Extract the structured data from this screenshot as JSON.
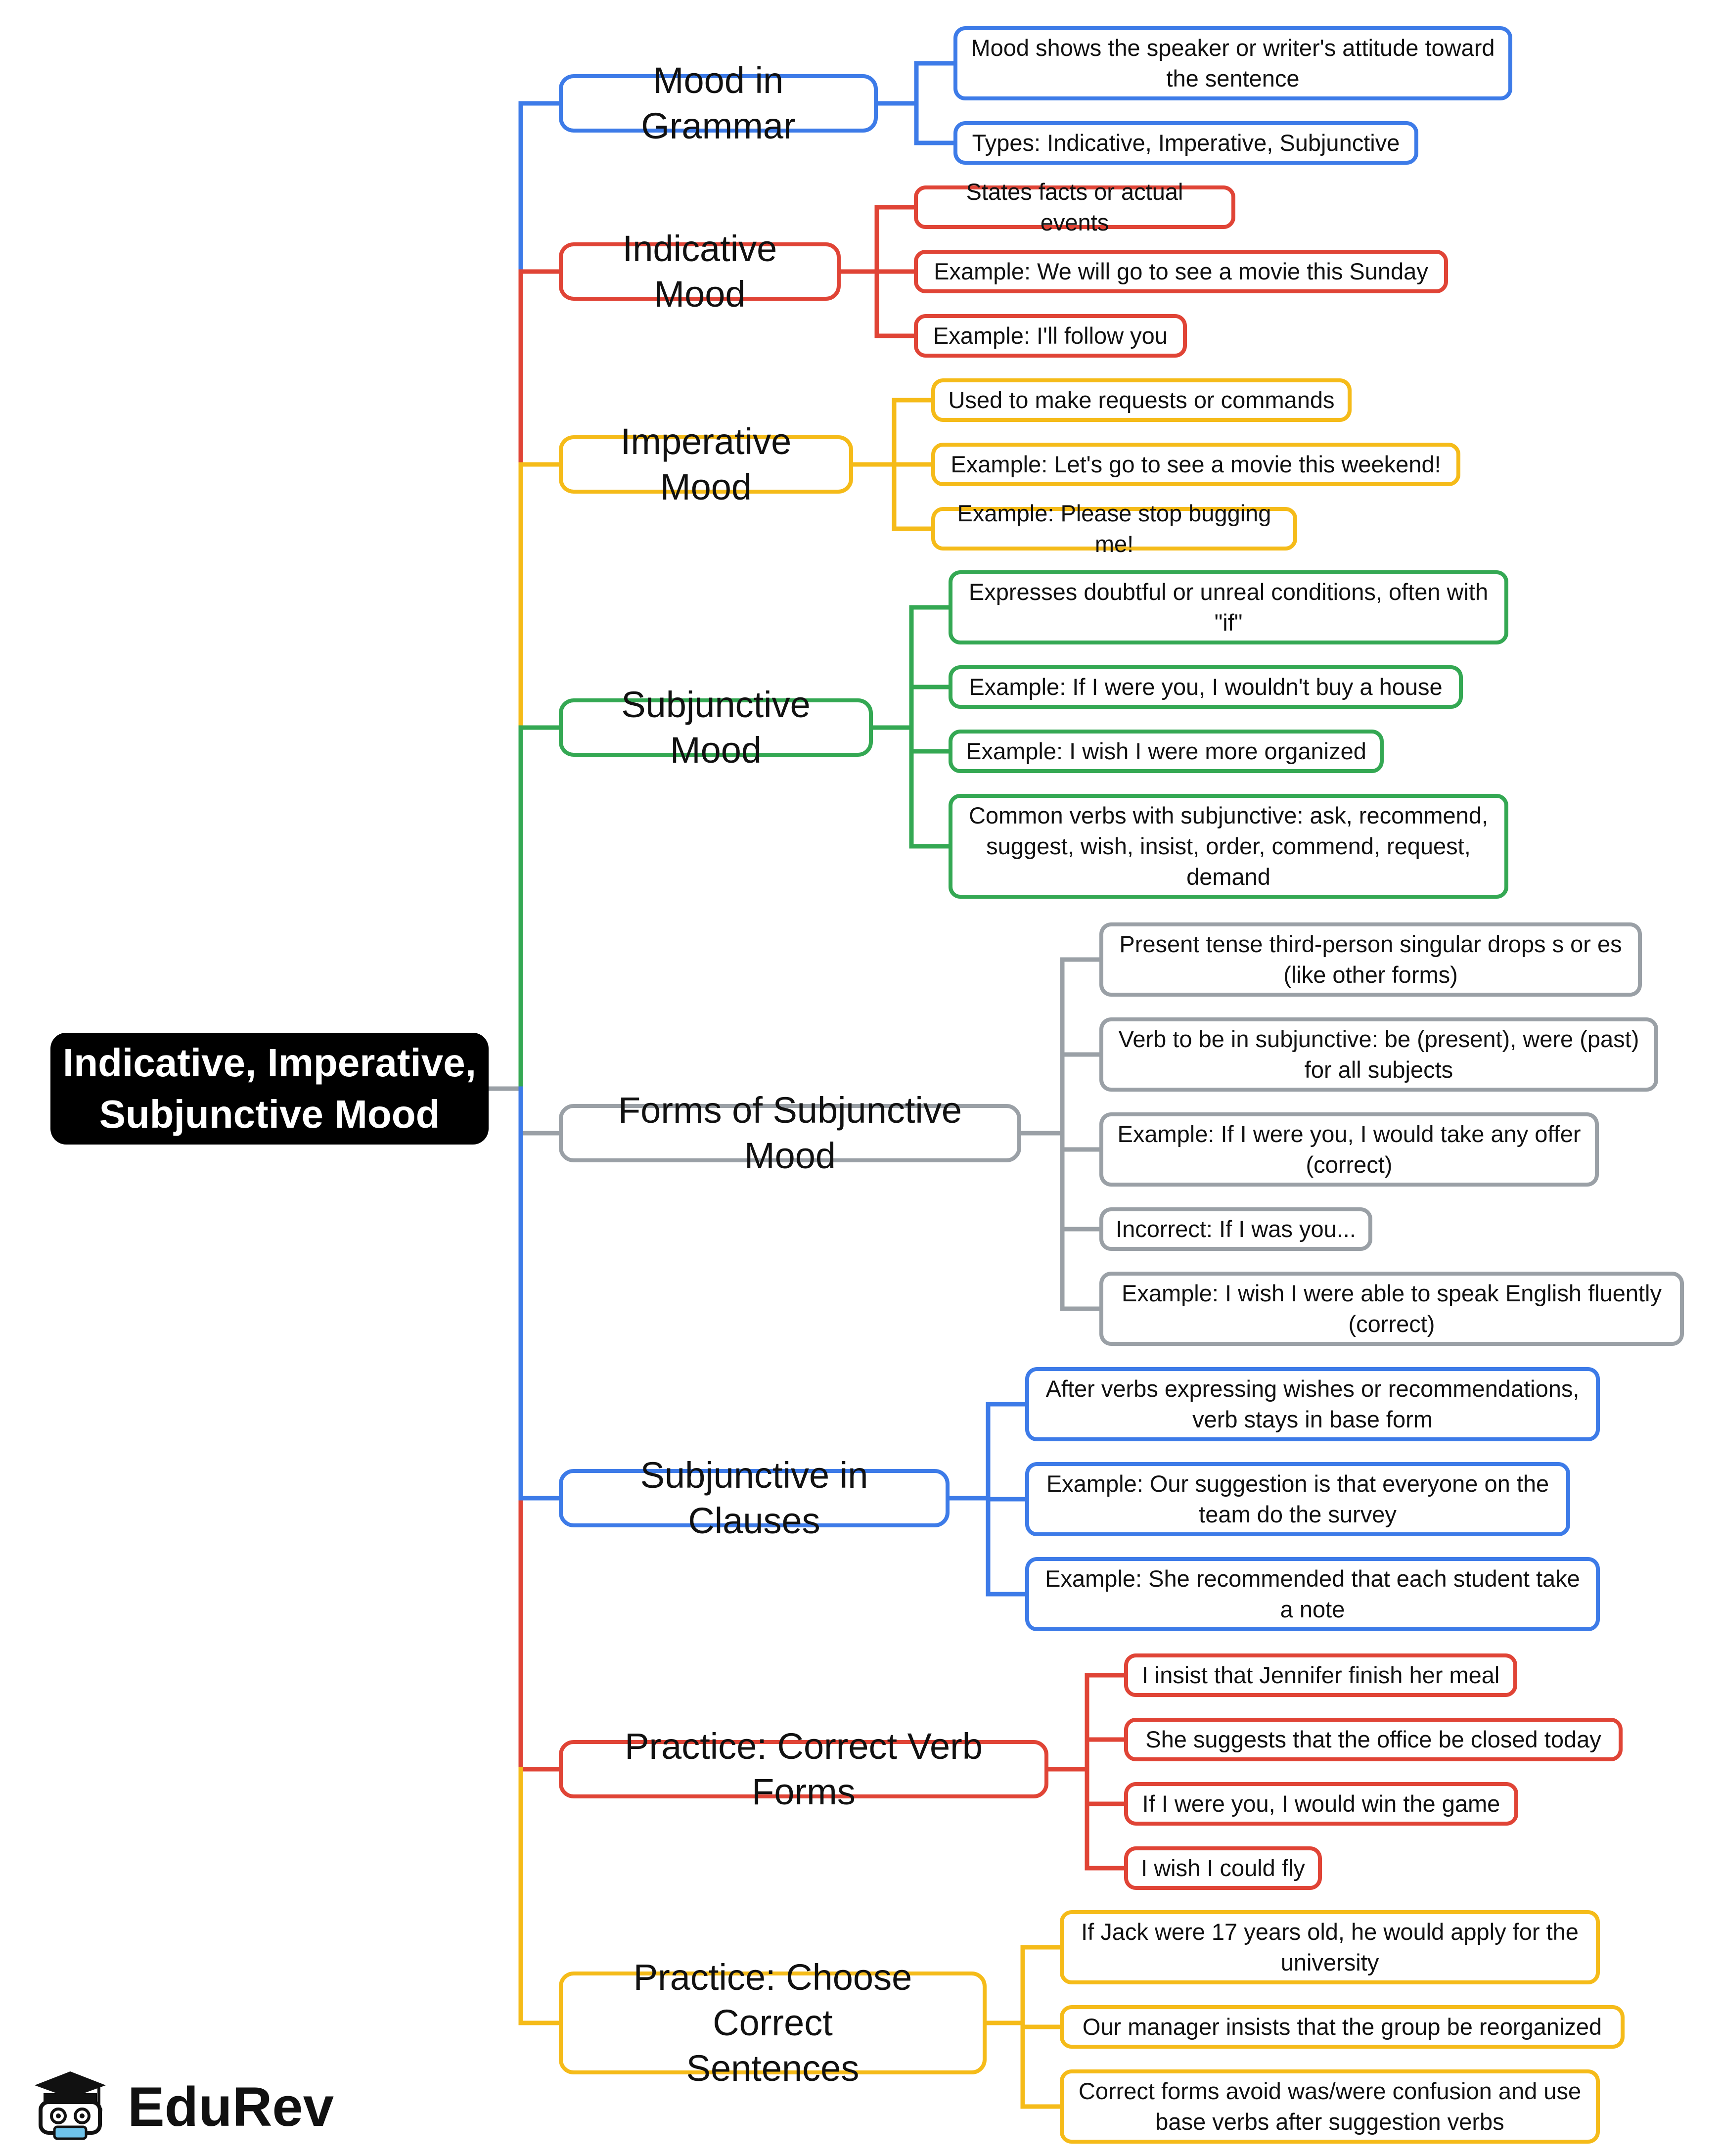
{
  "root": {
    "label": "Indicative, Imperative,\nSubjunctive Mood"
  },
  "colors": {
    "blue": "#3d7be8",
    "red": "#e04436",
    "yellow": "#f5bb19",
    "green": "#34a853",
    "gray": "#9aa0a6"
  },
  "branches": [
    {
      "id": "mood-in-grammar",
      "color": "blue",
      "label": "Mood in Grammar",
      "children": [
        "Mood shows the speaker or writer's attitude toward\nthe sentence",
        "Types: Indicative, Imperative, Subjunctive"
      ]
    },
    {
      "id": "indicative-mood",
      "color": "red",
      "label": "Indicative Mood",
      "children": [
        "States facts or actual events",
        "Example: We will go to see a movie this Sunday",
        "Example: I'll follow you"
      ]
    },
    {
      "id": "imperative-mood",
      "color": "yellow",
      "label": "Imperative Mood",
      "children": [
        "Used to make requests or commands",
        "Example: Let's go to see a movie this weekend!",
        "Example: Please stop bugging me!"
      ]
    },
    {
      "id": "subjunctive-mood",
      "color": "green",
      "label": "Subjunctive Mood",
      "children": [
        "Expresses doubtful or unreal conditions, often with\n\"if\"",
        "Example: If I were you, I wouldn't buy a house",
        "Example: I wish I were more organized",
        "Common verbs with subjunctive: ask, recommend,\nsuggest, wish, insist, order, commend, request,\ndemand"
      ]
    },
    {
      "id": "forms-of-subjunctive-mood",
      "color": "gray",
      "label": "Forms of Subjunctive Mood",
      "children": [
        "Present tense third-person singular drops s or es\n(like other forms)",
        "Verb to be in subjunctive: be (present), were (past)\nfor all subjects",
        "Example: If I were you, I would take any offer\n(correct)",
        "Incorrect: If I was you...",
        "Example: I wish I were able to speak English fluently\n(correct)"
      ]
    },
    {
      "id": "subjunctive-in-clauses",
      "color": "blue",
      "label": "Subjunctive in Clauses",
      "children": [
        "After verbs expressing wishes or recommendations,\nverb stays in base form",
        "Example: Our suggestion is that everyone on the\nteam do the survey",
        "Example: She recommended that each student take\na note"
      ]
    },
    {
      "id": "practice-correct-verb-forms",
      "color": "red",
      "label": "Practice: Correct Verb Forms",
      "children": [
        "I insist that Jennifer finish her meal",
        "She suggests that the office be closed today",
        "If I were you, I would win the game",
        "I wish I could fly"
      ]
    },
    {
      "id": "practice-choose-correct-sentences",
      "color": "yellow",
      "label": "Practice: Choose Correct\nSentences",
      "children": [
        "If Jack were 17 years old, he would apply for the\nuniversity",
        "Our manager insists that the group be reorganized",
        "Correct forms avoid was/were confusion and use\nbase verbs after suggestion verbs"
      ]
    }
  ],
  "logo": {
    "text": "EduRev",
    "icon": "graduation-cap-mascot-icon"
  }
}
